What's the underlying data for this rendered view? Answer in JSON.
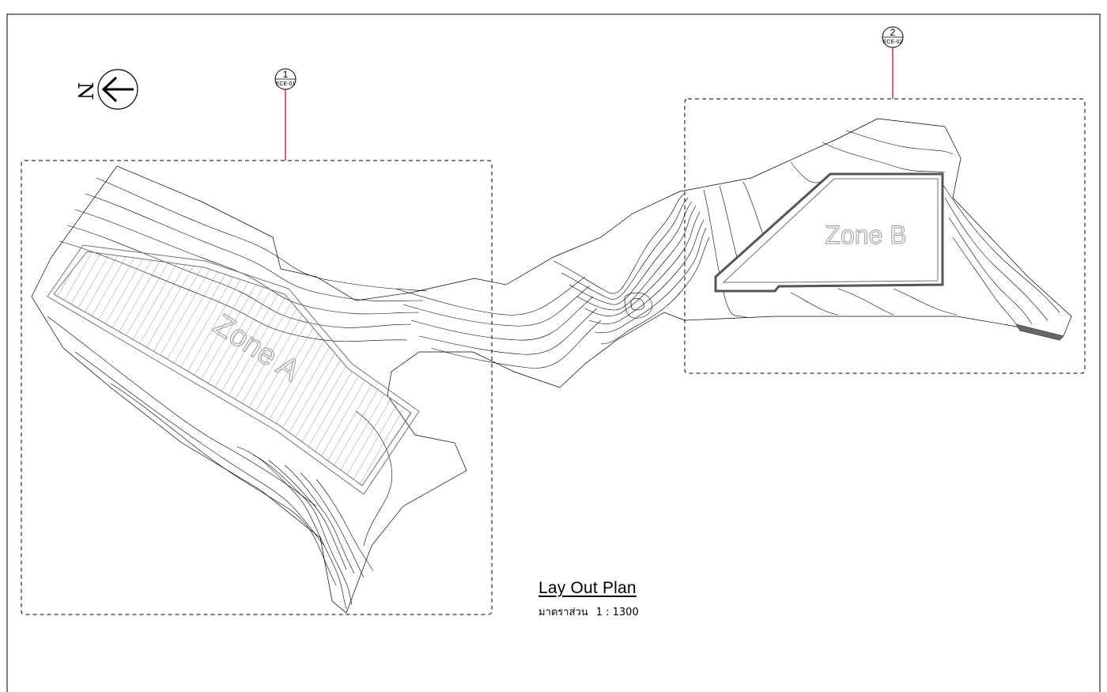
{
  "drawing": {
    "north_label": "N",
    "north_arrow_icon": "north-arrow-left-icon",
    "zones": [
      {
        "label": "Zone A"
      },
      {
        "label": "Zone B"
      }
    ],
    "section_markers": [
      {
        "number": "1",
        "sheet": "ECE-01"
      },
      {
        "number": "2",
        "sheet": "ECE-02"
      }
    ],
    "title": "Lay Out Plan",
    "scale_label": "มาตราส่วน",
    "scale_value": "1 : 1300",
    "colors": {
      "line": "#000000",
      "marker_leader": "#c00000",
      "zone_text": "#999999",
      "building_outline": "#707070"
    }
  }
}
